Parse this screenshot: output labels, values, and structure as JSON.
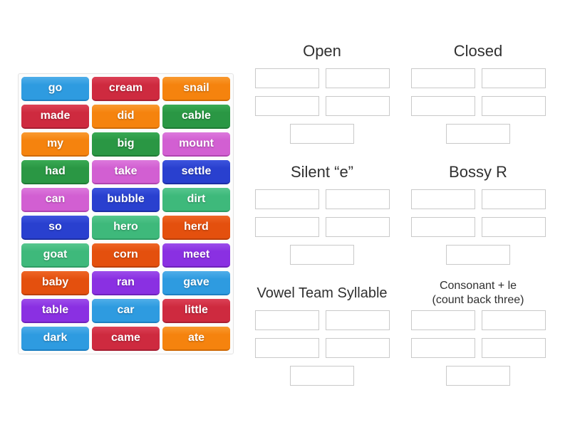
{
  "palette": {
    "blue": {
      "base": "#2E9BE0",
      "light": "#4FAEE9",
      "dark": "#1C7FC2"
    },
    "crimson": {
      "base": "#CE2A3F",
      "light": "#DC4156",
      "dark": "#A81F33"
    },
    "orange": {
      "base": "#F5830E",
      "light": "#F99A30",
      "dark": "#CF6A06"
    },
    "green": {
      "base": "#2A9744",
      "light": "#39AA54",
      "dark": "#1E7A34"
    },
    "orchid": {
      "base": "#D25FD2",
      "light": "#DC79DC",
      "dark": "#B044B0"
    },
    "royal": {
      "base": "#2940CF",
      "light": "#3D55DE",
      "dark": "#1D2FA5"
    },
    "emerald": {
      "base": "#3EB97B",
      "light": "#57C78E",
      "dark": "#2E9C64"
    },
    "vermillion": {
      "base": "#E4500E",
      "light": "#EE6626",
      "dark": "#BB3F08"
    },
    "violet": {
      "base": "#8A30E2",
      "light": "#9C4DEA",
      "dark": "#6F21BB"
    }
  },
  "word_bank": {
    "tiles": [
      {
        "word": "go",
        "color": "blue"
      },
      {
        "word": "cream",
        "color": "crimson"
      },
      {
        "word": "snail",
        "color": "orange"
      },
      {
        "word": "made",
        "color": "crimson"
      },
      {
        "word": "did",
        "color": "orange"
      },
      {
        "word": "cable",
        "color": "green"
      },
      {
        "word": "my",
        "color": "orange"
      },
      {
        "word": "big",
        "color": "green"
      },
      {
        "word": "mount",
        "color": "orchid"
      },
      {
        "word": "had",
        "color": "green"
      },
      {
        "word": "take",
        "color": "orchid"
      },
      {
        "word": "settle",
        "color": "royal"
      },
      {
        "word": "can",
        "color": "orchid"
      },
      {
        "word": "bubble",
        "color": "royal"
      },
      {
        "word": "dirt",
        "color": "emerald"
      },
      {
        "word": "so",
        "color": "royal"
      },
      {
        "word": "hero",
        "color": "emerald"
      },
      {
        "word": "herd",
        "color": "vermillion"
      },
      {
        "word": "goat",
        "color": "emerald"
      },
      {
        "word": "corn",
        "color": "vermillion"
      },
      {
        "word": "meet",
        "color": "violet"
      },
      {
        "word": "baby",
        "color": "vermillion"
      },
      {
        "word": "ran",
        "color": "violet"
      },
      {
        "word": "gave",
        "color": "blue"
      },
      {
        "word": "table",
        "color": "violet"
      },
      {
        "word": "car",
        "color": "blue"
      },
      {
        "word": "little",
        "color": "crimson"
      },
      {
        "word": "dark",
        "color": "blue"
      },
      {
        "word": "came",
        "color": "crimson"
      },
      {
        "word": "ate",
        "color": "orange"
      }
    ]
  },
  "categories": [
    {
      "id": "open",
      "title": "Open",
      "slots": 5
    },
    {
      "id": "closed",
      "title": "Closed",
      "slots": 5
    },
    {
      "id": "silent-e",
      "title": "Silent “e”",
      "slots": 5
    },
    {
      "id": "bossy-r",
      "title": "Bossy R",
      "slots": 5
    },
    {
      "id": "vowel-team",
      "title": "Vowel Team Syllable",
      "slots": 5
    },
    {
      "id": "consonant-le",
      "title": "Consonant + le\n(count back three)",
      "slots": 5
    }
  ]
}
